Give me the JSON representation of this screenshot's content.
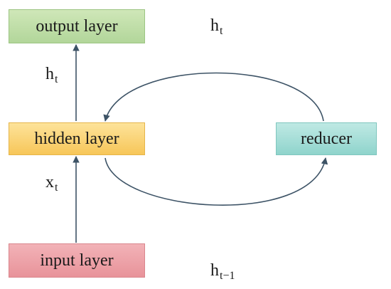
{
  "boxes": {
    "output": "output layer",
    "hidden": "hidden layer",
    "reducer": "reducer",
    "input": "input layer"
  },
  "labels": {
    "ht_left": {
      "base": "h",
      "sub": "t"
    },
    "xt": {
      "base": "x",
      "sub": "t"
    },
    "ht_top": {
      "base": "h",
      "sub": "t"
    },
    "ht_minus1": {
      "base": "h",
      "sub": "t−1"
    }
  },
  "colors": {
    "output": "#b2d69a",
    "hidden": "#f7c659",
    "reducer": "#8fd4cc",
    "input": "#e8939a",
    "arrow": "#3d5366"
  }
}
